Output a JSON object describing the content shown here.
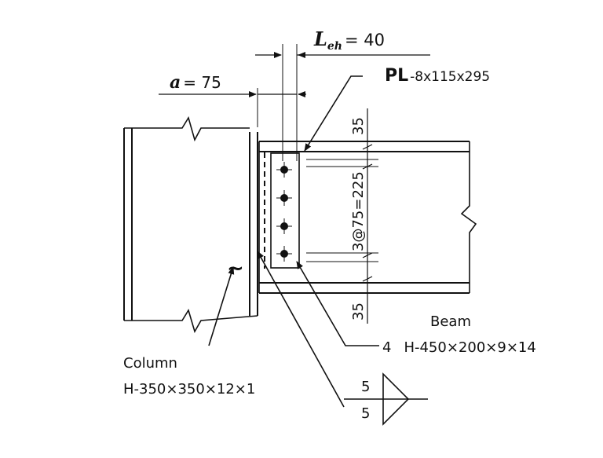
{
  "dims": {
    "leh_symbol": "L",
    "leh_subscript": "eh",
    "leh_value": "= 40",
    "a_symbol": "a",
    "a_value": "= 75",
    "top_edge": "35",
    "bolt_spacing": "3@75=225",
    "bottom_edge": "35"
  },
  "plate": {
    "symbol": "PL",
    "spec": "-8x115x295"
  },
  "beam": {
    "label": "Beam",
    "bolt_count": "4",
    "section": "H-450×200×9×14"
  },
  "column": {
    "label": "Column",
    "section": "H-350×350×12×1"
  },
  "weld": {
    "size_top": "5",
    "size_bottom": "5"
  }
}
